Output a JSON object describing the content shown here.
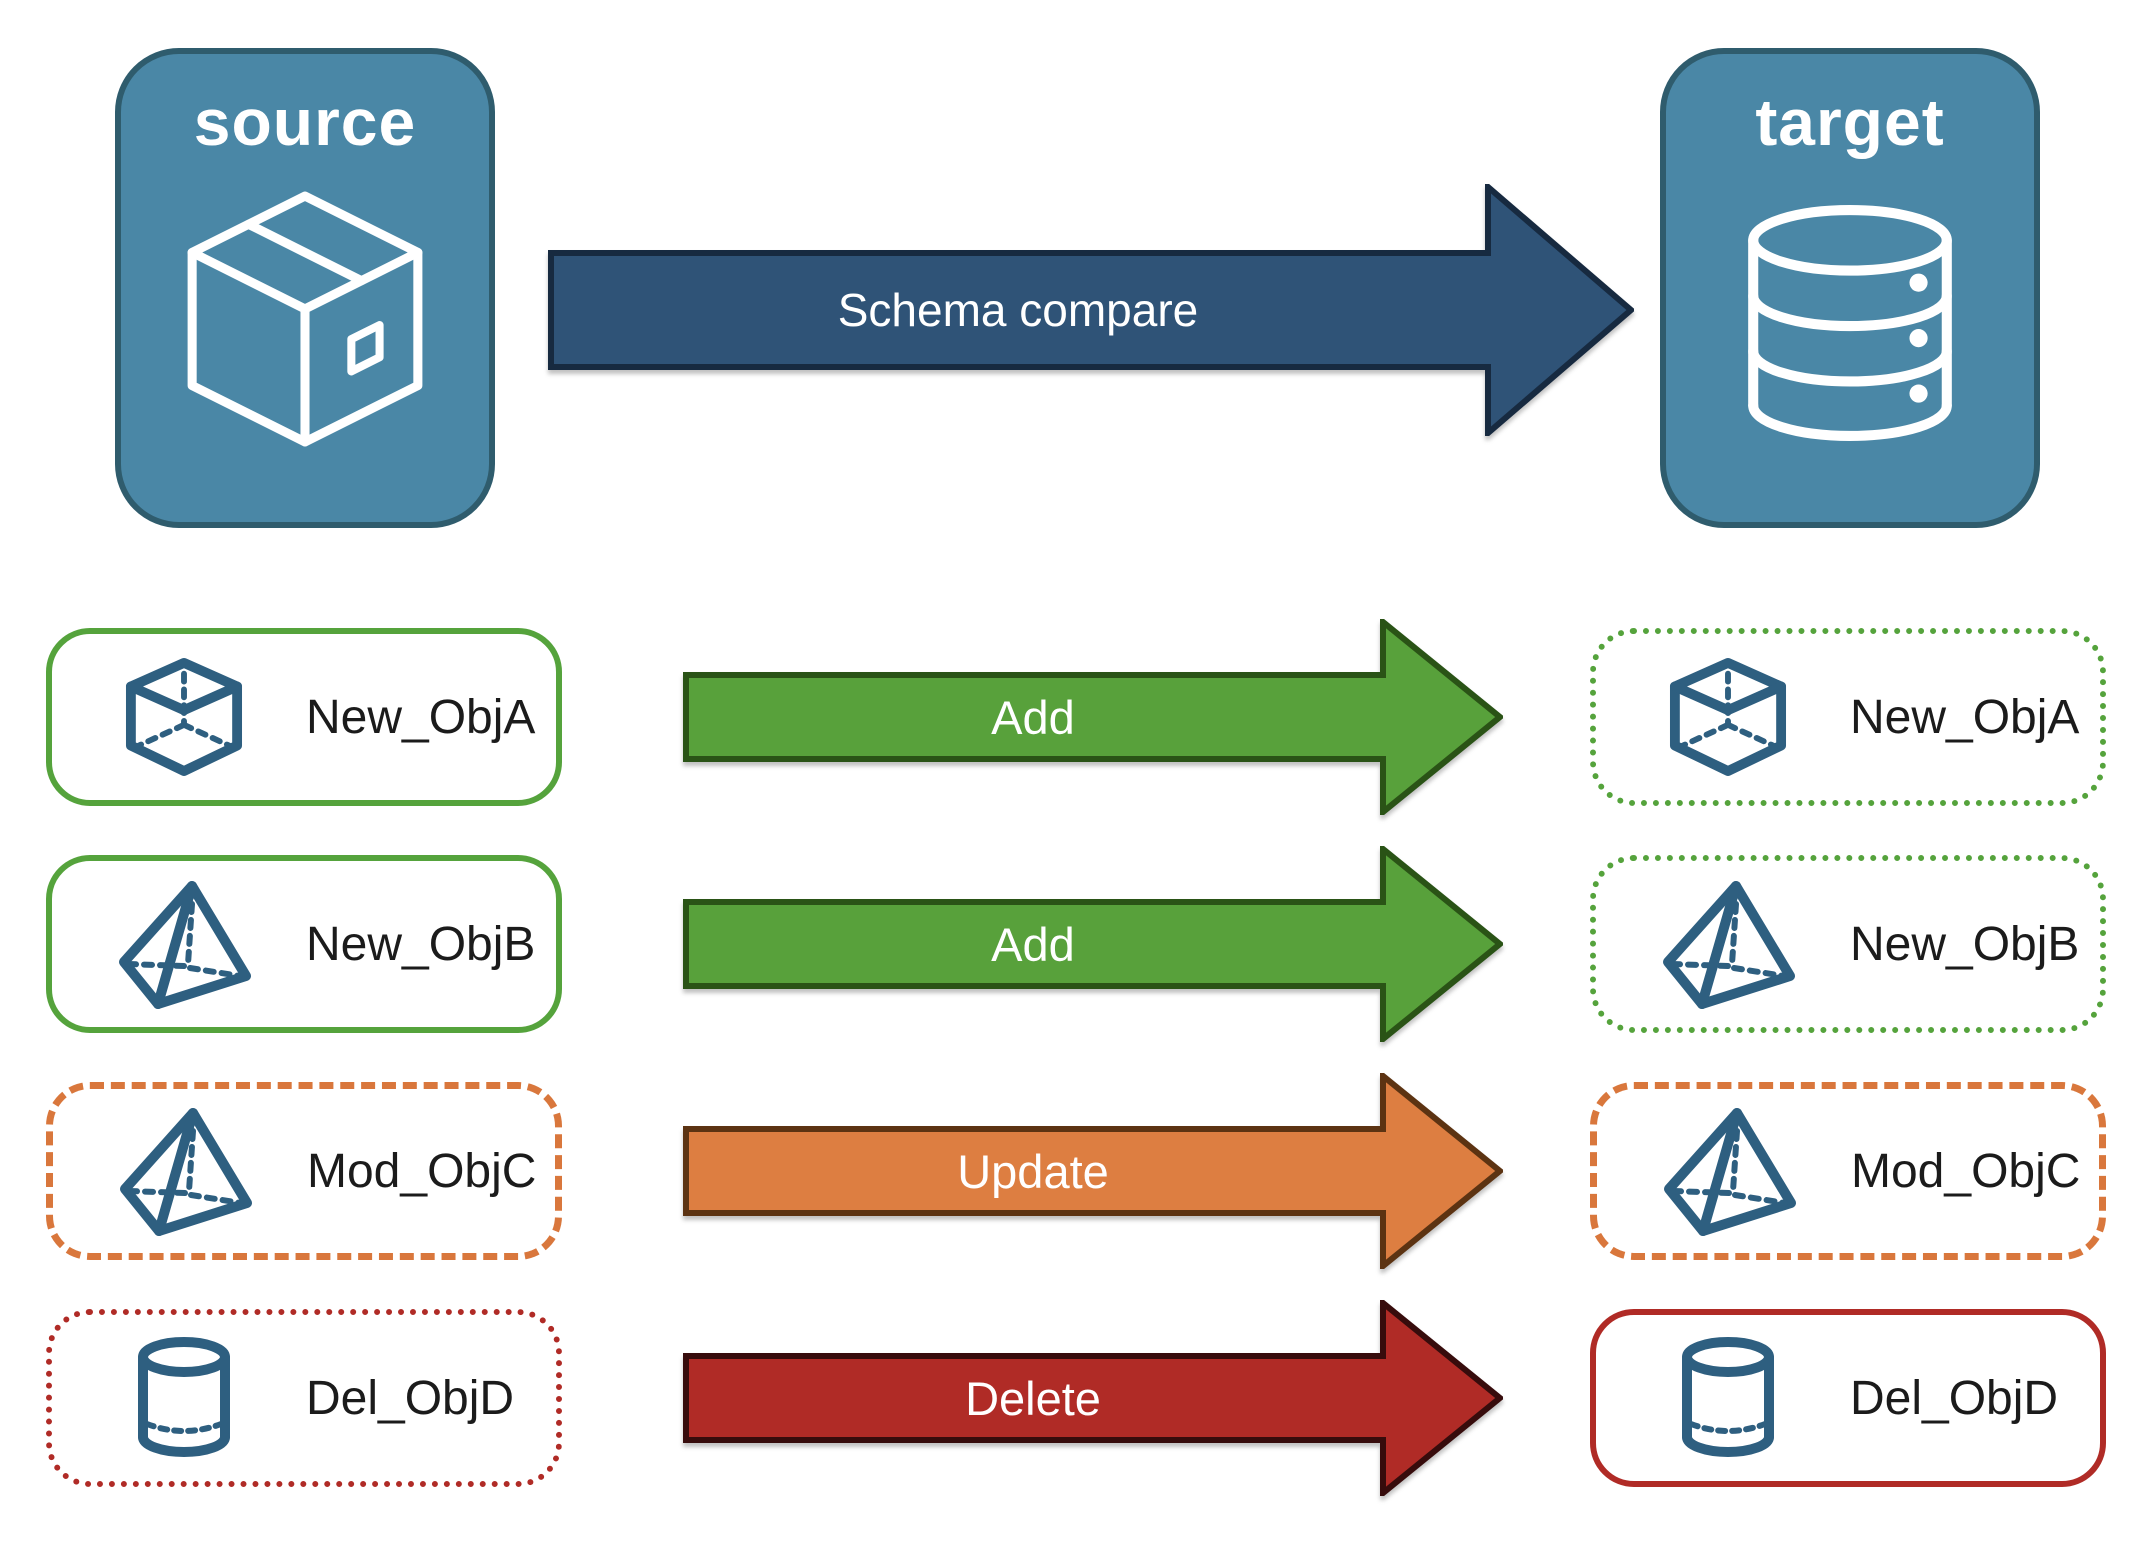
{
  "source_node": {
    "label": "source",
    "icon": "package-icon"
  },
  "target_node": {
    "label": "target",
    "icon": "database-icon"
  },
  "main_arrow": {
    "label": "Schema compare"
  },
  "rows": [
    {
      "name": "New_ObjA",
      "action": "Add",
      "icon": "cube-icon",
      "left_border": "solid-green",
      "right_border": "dotted-green"
    },
    {
      "name": "New_ObjB",
      "action": "Add",
      "icon": "pyramid-icon",
      "left_border": "solid-green",
      "right_border": "dotted-green"
    },
    {
      "name": "Mod_ObjC",
      "action": "Update",
      "icon": "pyramid-icon",
      "left_border": "dashed-orange",
      "right_border": "dashed-orange"
    },
    {
      "name": "Del_ObjD",
      "action": "Delete",
      "icon": "cylinder-icon",
      "left_border": "dotted-red",
      "right_border": "solid-red"
    }
  ],
  "colors": {
    "node_fill": "#4a87a6",
    "node_border": "#2f5c6d",
    "object_icon_blue": "#2e5f80",
    "arrow_navy": "#2f5377",
    "arrow_green": "#58a13b",
    "arrow_orange": "#dd7e41",
    "arrow_red": "#b02b26",
    "border_green": "#55a33c",
    "border_orange": "#d9773c",
    "border_red": "#b02b26"
  }
}
